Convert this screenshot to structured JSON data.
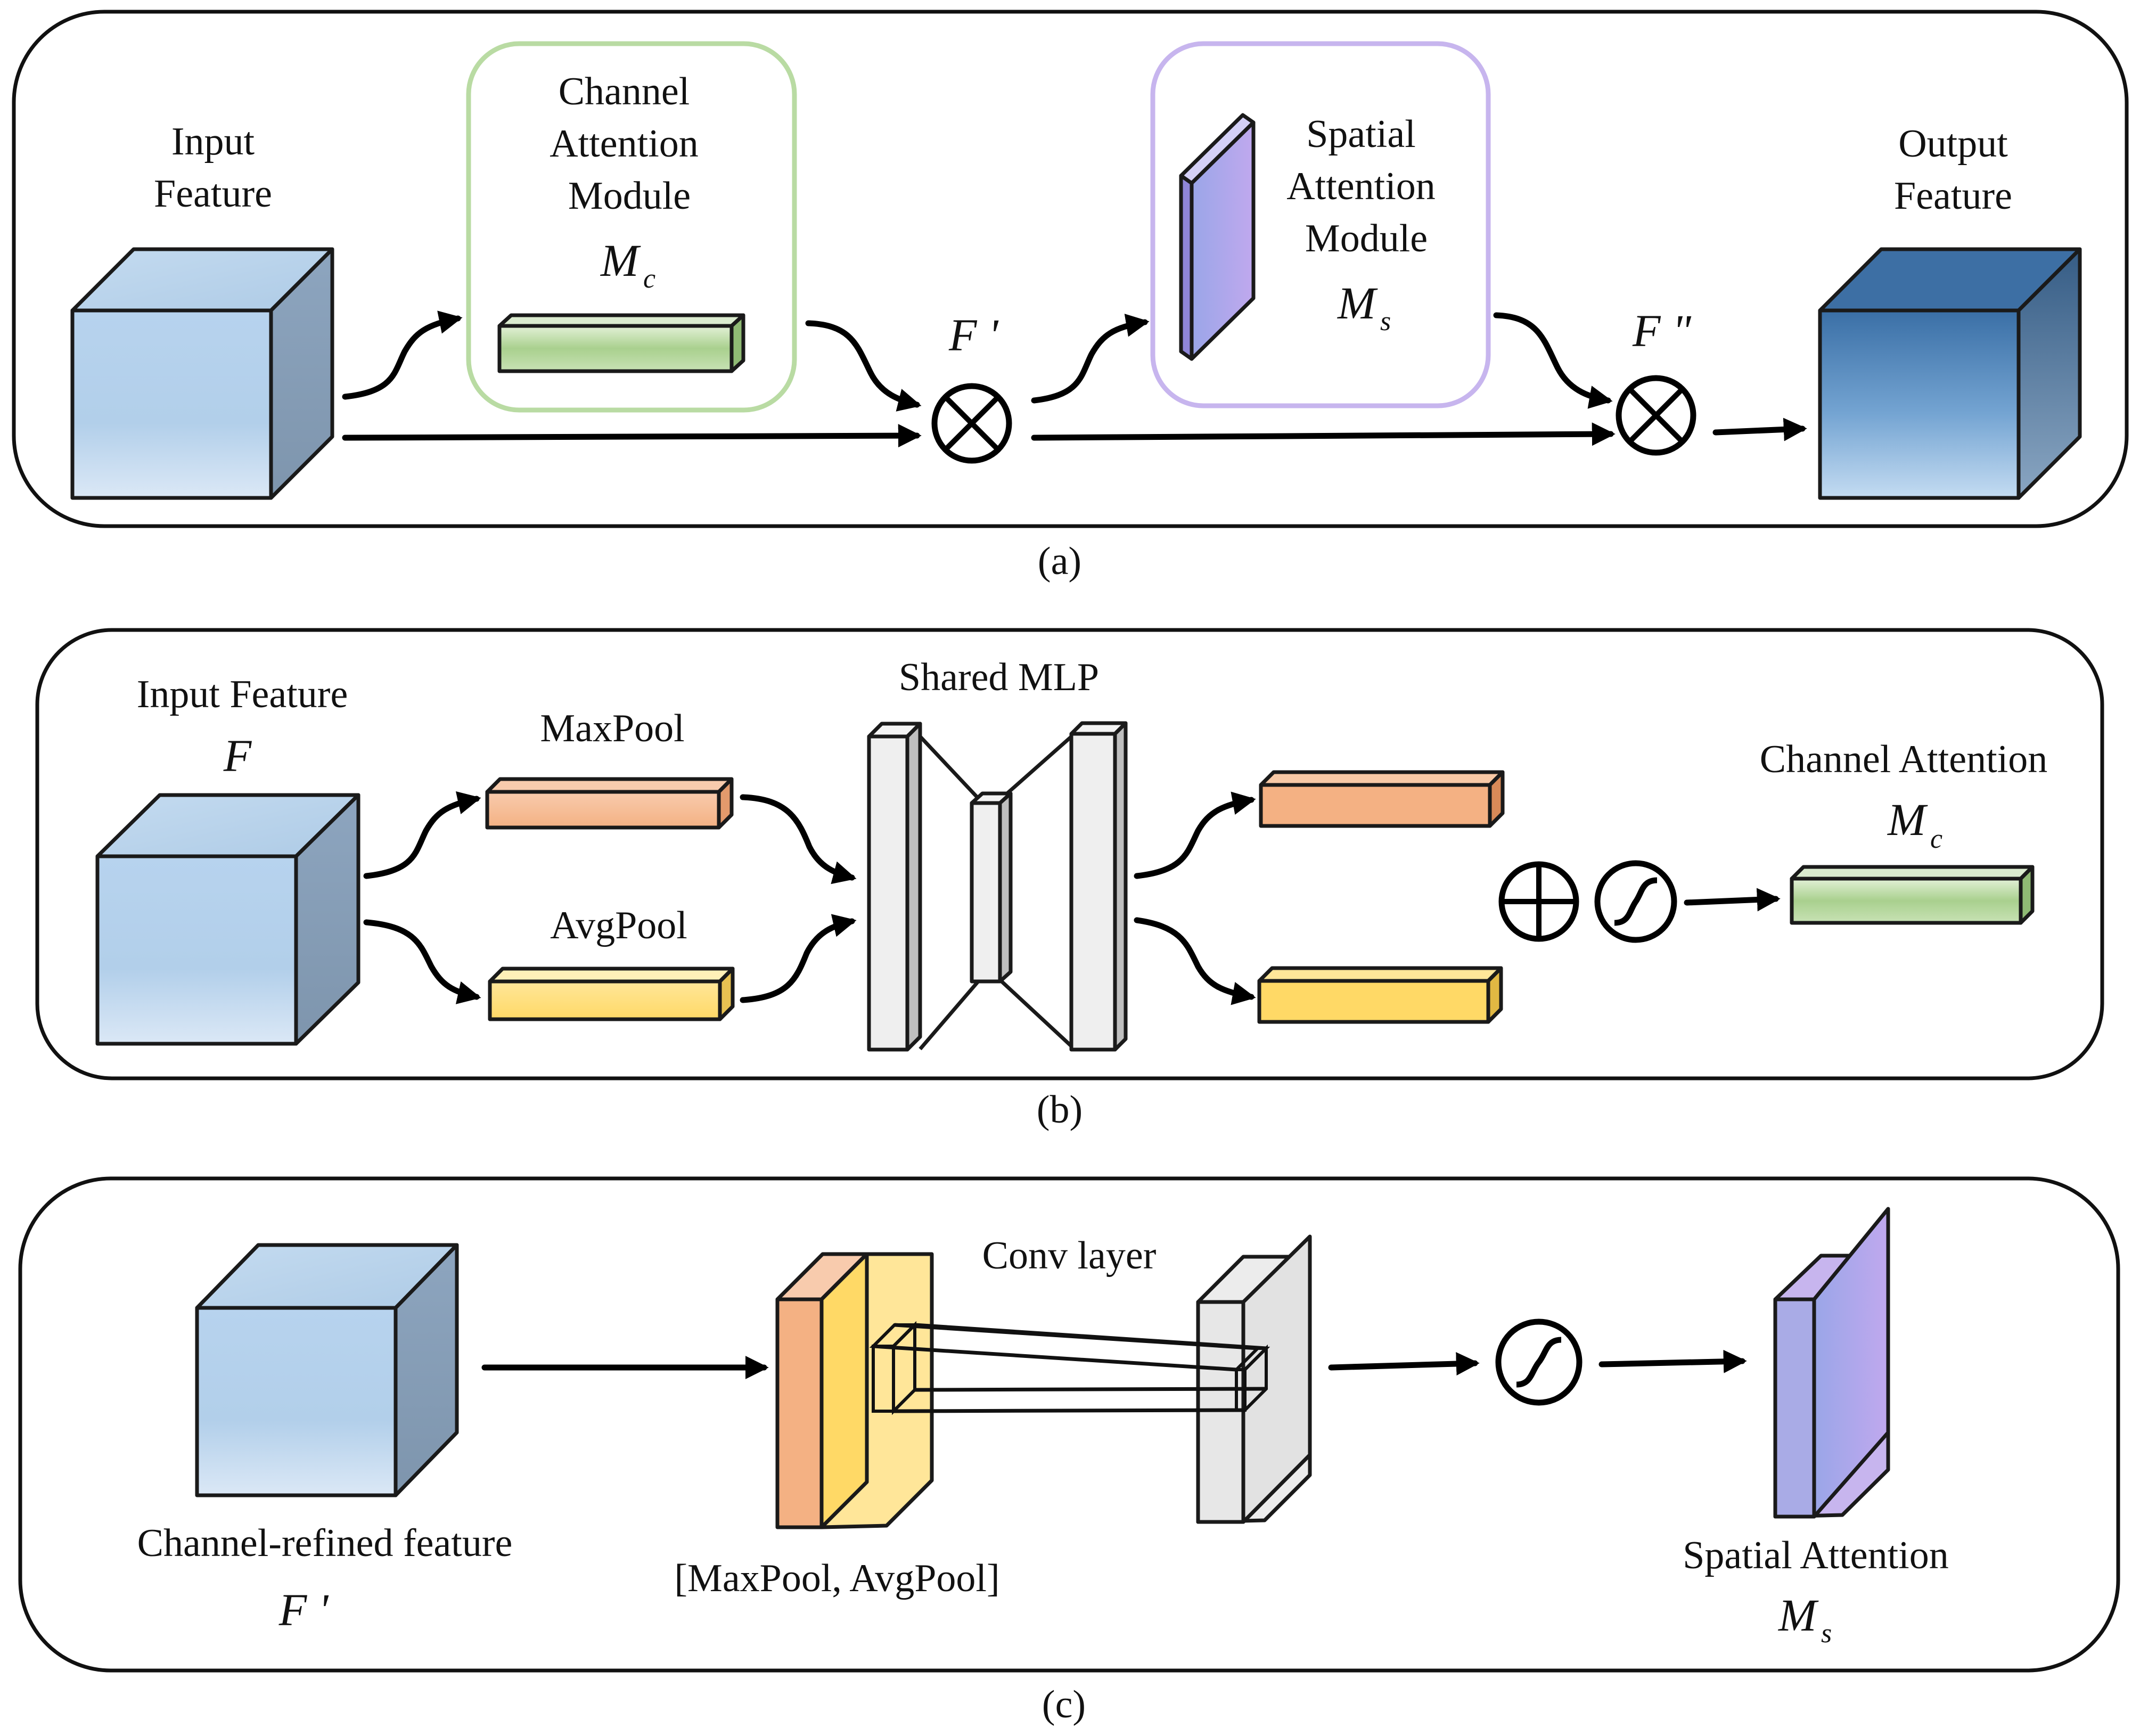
{
  "panels": {
    "a": {
      "caption": "(a)",
      "input_label_l1": "Input",
      "input_label_l2": "Feature",
      "cam_l1": "Channel",
      "cam_l2": "Attention",
      "cam_l3": "Module",
      "cam_symbol": "M",
      "cam_sub": "c",
      "sam_l1": "Spatial",
      "sam_l2": "Attention",
      "sam_l3": "Module",
      "sam_symbol": "M",
      "sam_sub": "s",
      "f_prime": "F '",
      "f_double_prime": "F \"",
      "output_l1": "Output",
      "output_l2": "Feature"
    },
    "b": {
      "caption": "(b)",
      "input_label": "Input Feature",
      "input_symbol": "F",
      "maxpool": "MaxPool",
      "avgpool": "AvgPool",
      "shared_mlp": "Shared MLP",
      "output_label": "Channel Attention",
      "output_symbol": "M",
      "output_sub": "c"
    },
    "c": {
      "caption": "(c)",
      "input_label": "Channel-refined feature",
      "input_symbol": "F '",
      "pool_label": "[MaxPool, AvgPool]",
      "conv_label": "Conv layer",
      "output_label": "Spatial Attention",
      "output_symbol": "M",
      "output_sub": "s"
    }
  },
  "colors": {
    "cube_light": "#bcd6ee",
    "cube_side": "#8aa2bb",
    "output_cube_top": "#3f73a8",
    "channel_green": "#c6e0b4",
    "spatial_purple": "#b4aef0",
    "maxpool_orange": "#f4b78f",
    "avgpool_yellow": "#ffe08a",
    "cam_border": "#b9dba3",
    "sam_border": "#c7b5ee"
  }
}
